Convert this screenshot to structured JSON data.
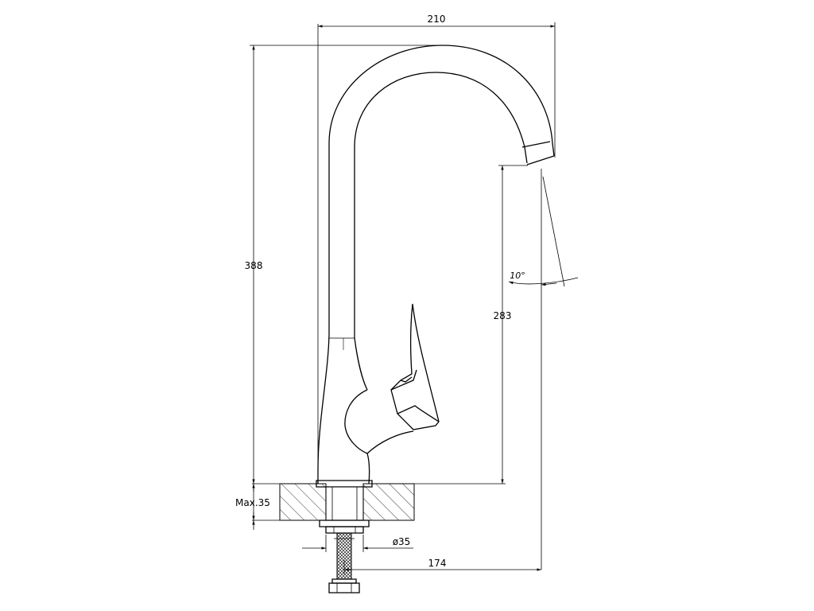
{
  "dimensions": {
    "width_top": "210",
    "height_total": "388",
    "spout_height": "283",
    "angle": "10°",
    "countertop_max": "Max.35",
    "hole_diameter": "ø35",
    "reach": "174"
  }
}
